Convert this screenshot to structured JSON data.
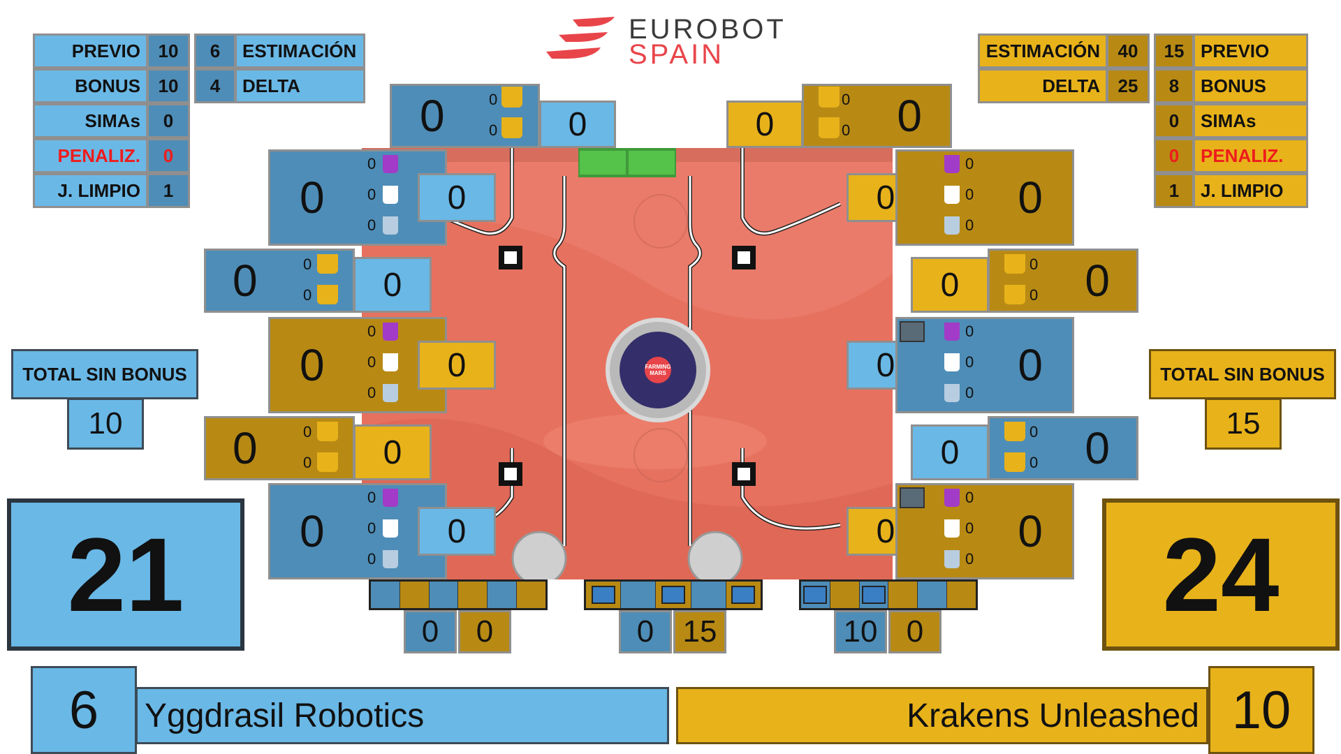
{
  "logo": {
    "line1": "EUROBOT",
    "line2": "SPAIN"
  },
  "colors": {
    "blue": "#6ab8e6",
    "blue_dark": "#4e8db7",
    "gold": "#e8b21a",
    "gold_dark": "#b88a14",
    "penalty": "#ee1c1c",
    "field": "#ea7b6a"
  },
  "blue_stats": {
    "previo_label": "PREVIO",
    "previo": "10",
    "bonus_label": "BONUS",
    "bonus": "10",
    "simas_label": "SIMAs",
    "simas": "0",
    "penaliz_label": "PENALIZ.",
    "penaliz": "0",
    "limpio_label": "J. LIMPIO",
    "limpio": "1",
    "estimacion_label": "ESTIMACIÓN",
    "estimacion": "6",
    "delta_label": "DELTA",
    "delta": "4"
  },
  "gold_stats": {
    "estimacion_label": "ESTIMACIÓN",
    "estimacion": "40",
    "delta_label": "DELTA",
    "delta": "25",
    "previo_label": "PREVIO",
    "previo": "15",
    "bonus_label": "BONUS",
    "bonus": "8",
    "simas_label": "SIMAs",
    "simas": "0",
    "penaliz_label": "PENALIZ.",
    "penaliz": "0",
    "limpio_label": "J. LIMPIO",
    "limpio": "1"
  },
  "blue_total": {
    "label": "TOTAL SIN BONUS",
    "value": "10"
  },
  "gold_total": {
    "label": "TOTAL SIN BONUS",
    "value": "15"
  },
  "blue_score": "21",
  "gold_score": "24",
  "blue_team": {
    "number": "6",
    "name": "Yggdrasil Robotics"
  },
  "gold_team": {
    "number": "10",
    "name": "Krakens Unleashed"
  },
  "zones": {
    "top_blue": {
      "main": "0",
      "c1": "0",
      "c2": "0",
      "side": "0"
    },
    "top_gold": {
      "main": "0",
      "c1": "0",
      "c2": "0",
      "side": "0"
    },
    "left": [
      {
        "main": "0",
        "c1": "0",
        "c2": "0",
        "c3": "0",
        "side": "0"
      },
      {
        "main": "0",
        "c1": "0",
        "c2": "0",
        "side": "0"
      },
      {
        "main": "0",
        "c1": "0",
        "c2": "0",
        "c3": "0",
        "side": "0"
      },
      {
        "main": "0",
        "c1": "0",
        "c2": "0",
        "side": "0"
      },
      {
        "main": "0",
        "c1": "0",
        "c2": "0",
        "c3": "0",
        "side": "0"
      }
    ],
    "right": [
      {
        "main": "0",
        "c1": "0",
        "c2": "0",
        "c3": "0",
        "side": "0"
      },
      {
        "main": "0",
        "c1": "0",
        "c2": "0",
        "side": "0"
      },
      {
        "main": "0",
        "c1": "0",
        "c2": "0",
        "c3": "0",
        "side": "0"
      },
      {
        "main": "0",
        "c1": "0",
        "c2": "0",
        "side": "0"
      },
      {
        "main": "0",
        "c1": "0",
        "c2": "0",
        "c3": "0",
        "side": "0"
      }
    ]
  },
  "solar": [
    {
      "blue": "0",
      "gold": "0"
    },
    {
      "blue": "0",
      "gold": "15"
    },
    {
      "blue": "10",
      "gold": "0"
    }
  ],
  "center_badge": {
    "line1": "FARMING",
    "line2": "MARS"
  }
}
